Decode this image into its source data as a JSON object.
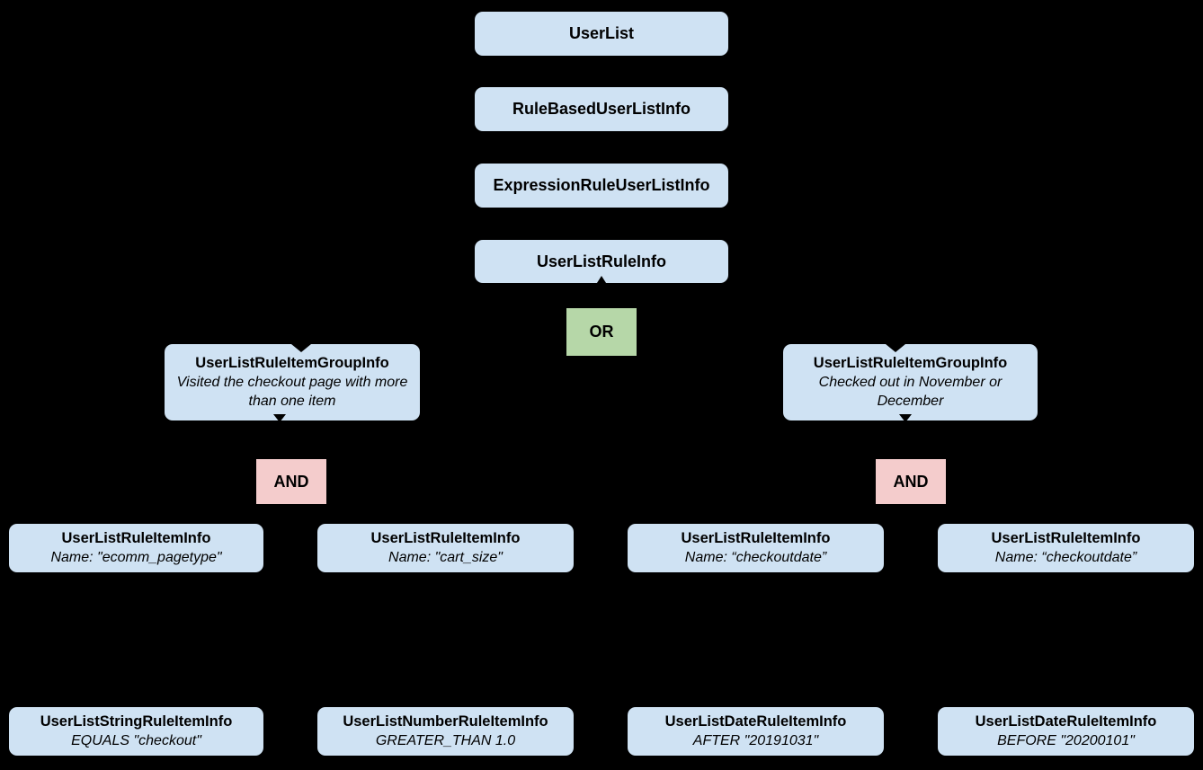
{
  "theme": {
    "canvas-bg": "#000000",
    "box-fill": "#cfe2f3",
    "or-fill": "#b6d7a8",
    "and-fill": "#f4cccc",
    "text-color": "#000000",
    "arrow-color": "#000000"
  },
  "diagram": {
    "type": "class-hierarchy-tree",
    "chain": [
      {
        "label": "UserList"
      },
      {
        "label": "RuleBasedUserListInfo"
      },
      {
        "label": "ExpressionRuleUserListInfo"
      },
      {
        "label": "UserListRuleInfo"
      }
    ],
    "operators": {
      "or_label": "OR",
      "and_left_label": "AND",
      "and_right_label": "AND"
    },
    "groups": [
      {
        "title": "UserListRuleItemGroupInfo",
        "desc": "Visited the checkout page with more than one item"
      },
      {
        "title": "UserListRuleItemGroupInfo",
        "desc": "Checked out in November or December"
      }
    ],
    "rule_items": [
      {
        "title": "UserListRuleItemInfo",
        "desc": "Name: \"ecomm_pagetype\""
      },
      {
        "title": "UserListRuleItemInfo",
        "desc": "Name: \"cart_size\""
      },
      {
        "title": "UserListRuleItemInfo",
        "desc": "Name: “checkoutdate”"
      },
      {
        "title": "UserListRuleItemInfo",
        "desc": "Name: “checkoutdate”"
      }
    ],
    "leaf_items": [
      {
        "title": "UserListStringRuleItemInfo",
        "desc": "EQUALS \"checkout\""
      },
      {
        "title": "UserListNumberRuleItemInfo",
        "desc": "GREATER_THAN 1.0"
      },
      {
        "title": "UserListDateRuleItemInfo",
        "desc": "AFTER \"20191031\""
      },
      {
        "title": "UserListDateRuleItemInfo",
        "desc": "BEFORE \"20200101\""
      }
    ]
  }
}
